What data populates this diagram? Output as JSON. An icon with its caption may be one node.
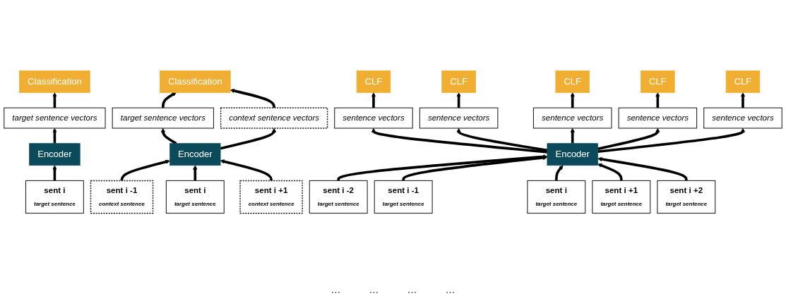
{
  "diagram": {
    "nodes": [
      {
        "text": [
          "Classification"
        ]
      },
      {
        "text": [
          "target sentence vectors"
        ]
      },
      {
        "text": [
          "Encoder"
        ]
      },
      {
        "text": [
          "sent i",
          "target sentence"
        ]
      },
      {
        "text": [
          "Classification"
        ]
      },
      {
        "text": [
          "target sentence vectors"
        ]
      },
      {
        "text": [
          "context sentence vectors"
        ]
      },
      {
        "text": [
          "Encoder"
        ]
      },
      {
        "text": [
          "sent i -1",
          "context sentence"
        ]
      },
      {
        "text": [
          "sent i",
          "target sentence"
        ]
      },
      {
        "text": [
          "sent i +1",
          "context sentence"
        ]
      },
      {
        "text": [
          "CLF"
        ]
      },
      {
        "text": [
          "CLF"
        ]
      },
      {
        "text": [
          "CLF"
        ]
      },
      {
        "text": [
          "CLF"
        ]
      },
      {
        "text": [
          "CLF"
        ]
      },
      {
        "text": [
          "sentence vectors"
        ]
      },
      {
        "text": [
          "sentence vectors"
        ]
      },
      {
        "text": [
          "sentence vectors"
        ]
      },
      {
        "text": [
          "sentence vectors"
        ]
      },
      {
        "text": [
          "sentence vectors"
        ]
      },
      {
        "text": [
          "Encoder"
        ]
      },
      {
        "text": [
          "sent i -2",
          "target sentence"
        ]
      },
      {
        "text": [
          "sent i -1",
          "target sentence"
        ]
      },
      {
        "text": [
          "sent i",
          "target sentence"
        ]
      },
      {
        "text": [
          "sent i +1",
          "target sentence"
        ]
      },
      {
        "text": [
          "sent i +2",
          "target sentence"
        ]
      }
    ],
    "edges": [
      {
        "from": 3,
        "to": 2,
        "arrow": "to"
      },
      {
        "from": 2,
        "to": 1,
        "arrow": "to"
      },
      {
        "from": 1,
        "to": 0,
        "arrow": "to"
      },
      {
        "from": 8,
        "to": 7,
        "arrow": "to"
      },
      {
        "from": 9,
        "to": 7,
        "arrow": "to"
      },
      {
        "from": 10,
        "to": 7,
        "arrow": "to"
      },
      {
        "from": 7,
        "to": 5,
        "arrow": "to"
      },
      {
        "from": 7,
        "to": 6,
        "arrow": "to"
      },
      {
        "from": 5,
        "to": 4,
        "arrow": "to"
      },
      {
        "from": 6,
        "to": 4,
        "arrow": "to"
      },
      {
        "from": 22,
        "to": 21,
        "arrow": "to"
      },
      {
        "from": 23,
        "to": 21,
        "arrow": "to"
      },
      {
        "from": 24,
        "to": 21,
        "arrow": "to"
      },
      {
        "from": 25,
        "to": 21,
        "arrow": "to"
      },
      {
        "from": 26,
        "to": 21,
        "arrow": "to"
      },
      {
        "from": 21,
        "to": 16,
        "arrow": "to"
      },
      {
        "from": 21,
        "to": 17,
        "arrow": "to"
      },
      {
        "from": 21,
        "to": 18,
        "arrow": "to"
      },
      {
        "from": 21,
        "to": 19,
        "arrow": "to"
      },
      {
        "from": 21,
        "to": 20,
        "arrow": "to"
      },
      {
        "from": 16,
        "to": 11,
        "arrow": "to"
      },
      {
        "from": 17,
        "to": 12,
        "arrow": "to"
      },
      {
        "from": 18,
        "to": 13,
        "arrow": "to"
      },
      {
        "from": 19,
        "to": 14,
        "arrow": "to"
      },
      {
        "from": 20,
        "to": 15,
        "arrow": "to"
      }
    ],
    "labels": [
      "…",
      "…",
      "…",
      "…"
    ]
  }
}
